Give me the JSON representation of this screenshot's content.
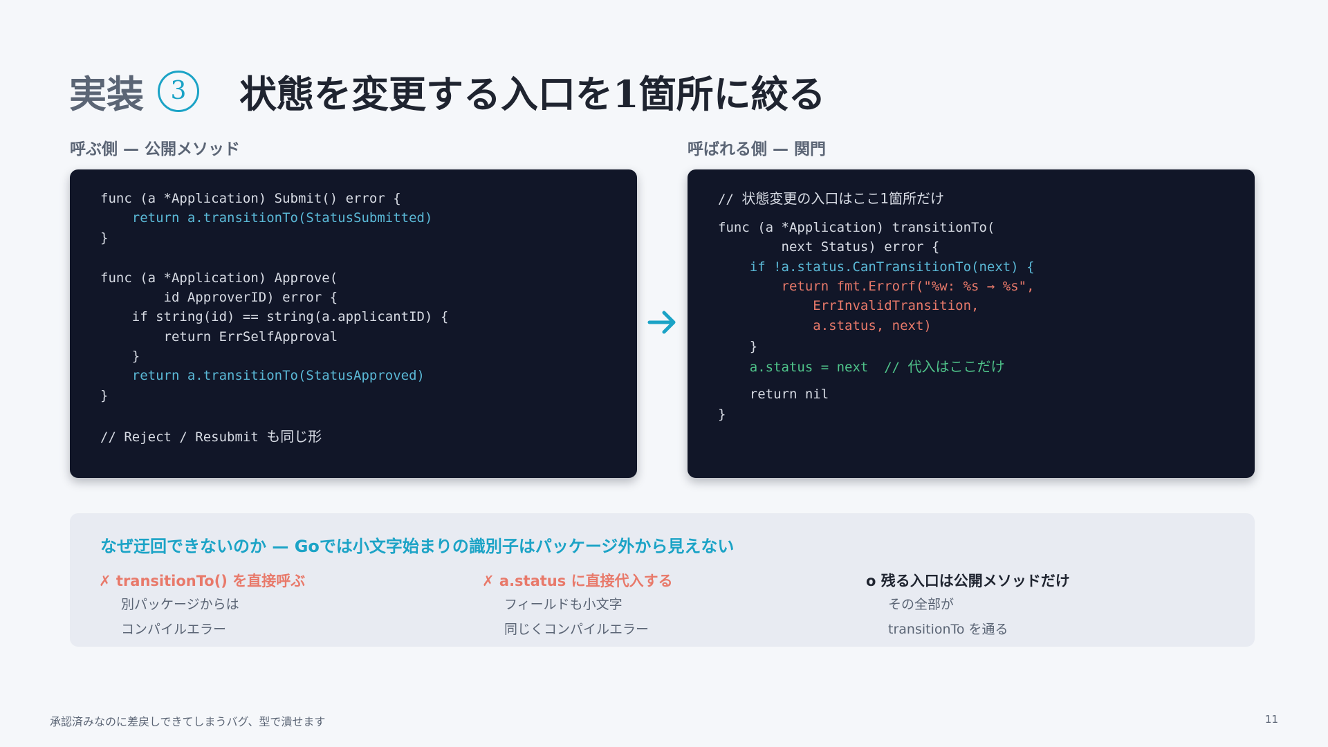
{
  "title": {
    "prefix": "実装",
    "number": "3",
    "main": "状態を変更する入口を1箇所に絞る"
  },
  "left": {
    "label": "呼ぶ側 — 公開メソッド",
    "code": [
      "func (a *Application) Submit() error {",
      "    return a.transitionTo(StatusSubmitted)",
      "}",
      "func (a *Application) Approve(",
      "        id ApproverID) error {",
      "    if string(id) == string(a.applicantID) {",
      "        return ErrSelfApproval",
      "    }",
      "    return a.transitionTo(StatusApproved)",
      "}",
      "// Reject / Resubmit",
      "も同じ形"
    ]
  },
  "right": {
    "label": "呼ばれる側 — 関門",
    "code": [
      "// ",
      "状態変更の入口はここ1箇所だけ",
      "func (a *Application) transitionTo(",
      "        next Status) error {",
      "    if !a.status.CanTransitionTo(next) {",
      "        return fmt.Errorf(\"%w: %s → %s\",",
      "            ErrInvalidTransition,",
      "            a.status, next)",
      "    }",
      "    a.status = next  // ",
      "代入はここだけ",
      "    return nil",
      "}"
    ]
  },
  "panel": {
    "heading": "なぜ迂回できないのか — Goでは小文字始まりの識別子はパッケージ外から見えない",
    "columns": [
      {
        "head": "✗ transitionTo() を直接呼ぶ",
        "lines": [
          "別パッケージからは",
          "コンパイルエラー"
        ]
      },
      {
        "head": "✗ a.status に直接代入する",
        "lines": [
          "フィールドも小文字",
          "同じくコンパイルエラー"
        ]
      },
      {
        "head": "o 残る入口は公開メソッドだけ",
        "lines": [
          "その全部が",
          "transitionTo を通る"
        ]
      }
    ]
  },
  "footer": "承認済みなのに差戻しできてしまうバグ、型で潰せます",
  "page_number": "11",
  "colors": {
    "accent": "#1ba3c6",
    "code_bg": "#111628",
    "error": "#e8796a",
    "comment_green": "#4fc48a"
  }
}
